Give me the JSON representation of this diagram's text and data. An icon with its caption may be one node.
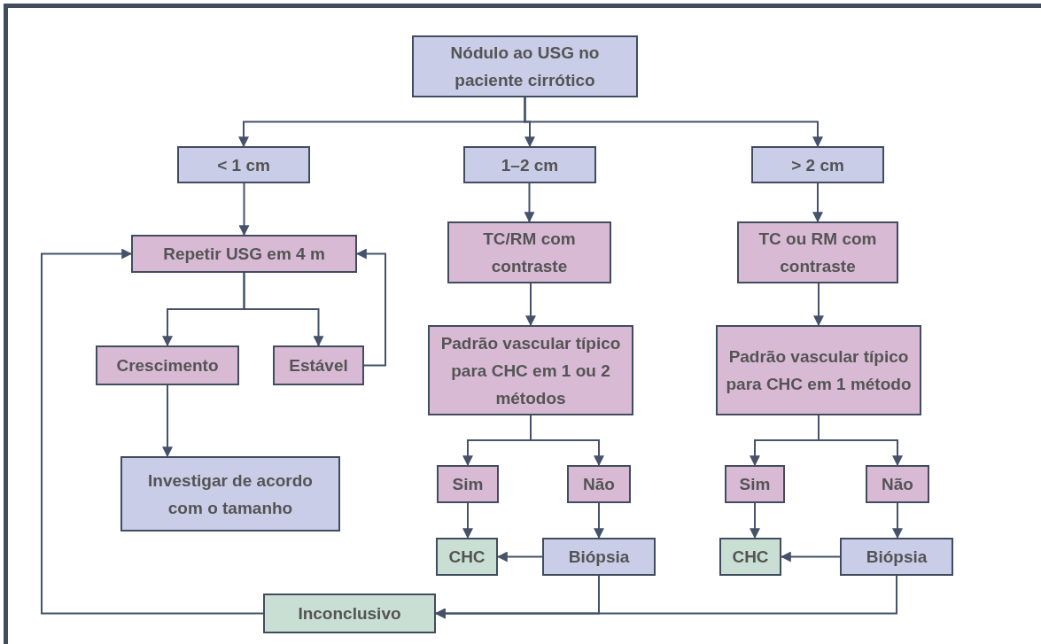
{
  "diagram": {
    "nodes": [
      {
        "text": [
          "Nódulo ao USG no paciente cirrótico"
        ]
      },
      {
        "text": [
          "< 1 cm"
        ]
      },
      {
        "text": [
          "1–2 cm"
        ]
      },
      {
        "text": [
          "> 2 cm"
        ]
      },
      {
        "text": [
          "Repetir USG em 4 m"
        ]
      },
      {
        "text": [
          "TC/RM com contraste"
        ]
      },
      {
        "text": [
          "TC ou RM com contraste"
        ]
      },
      {
        "text": [
          "Crescimento"
        ]
      },
      {
        "text": [
          "Estável"
        ]
      },
      {
        "text": [
          "Padrão vascular típico para CHC em 1 ou 2 métodos"
        ]
      },
      {
        "text": [
          "Padrão vascular típico para CHC em 1 método"
        ]
      },
      {
        "text": [
          "Investigar de acordo com o tamanho"
        ]
      },
      {
        "text": [
          "Sim"
        ]
      },
      {
        "text": [
          "Não"
        ]
      },
      {
        "text": [
          "Sim"
        ]
      },
      {
        "text": [
          "Não"
        ]
      },
      {
        "text": [
          "CHC"
        ]
      },
      {
        "text": [
          "Biópsia"
        ]
      },
      {
        "text": [
          "CHC"
        ]
      },
      {
        "text": [
          "Biópsia"
        ]
      },
      {
        "text": [
          "Inconclusivo"
        ]
      }
    ],
    "edges": [
      {
        "from": 0,
        "to": 1,
        "arrow": "to"
      },
      {
        "from": 0,
        "to": 2,
        "arrow": "to"
      },
      {
        "from": 0,
        "to": 3,
        "arrow": "to"
      },
      {
        "from": 1,
        "to": 4,
        "arrow": "to"
      },
      {
        "from": 2,
        "to": 5,
        "arrow": "to"
      },
      {
        "from": 3,
        "to": 6,
        "arrow": "to"
      },
      {
        "from": 4,
        "to": 7,
        "arrow": "to"
      },
      {
        "from": 4,
        "to": 8,
        "arrow": "to"
      },
      {
        "from": 8,
        "to": 4,
        "arrow": "to"
      },
      {
        "from": 7,
        "to": 11,
        "arrow": "to"
      },
      {
        "from": 5,
        "to": 9,
        "arrow": "to"
      },
      {
        "from": 6,
        "to": 10,
        "arrow": "to"
      },
      {
        "from": 9,
        "to": 12,
        "arrow": "to"
      },
      {
        "from": 9,
        "to": 13,
        "arrow": "to"
      },
      {
        "from": 10,
        "to": 14,
        "arrow": "to"
      },
      {
        "from": 10,
        "to": 15,
        "arrow": "to"
      },
      {
        "from": 12,
        "to": 16,
        "arrow": "to"
      },
      {
        "from": 13,
        "to": 17,
        "arrow": "to"
      },
      {
        "from": 17,
        "to": 16,
        "arrow": "to"
      },
      {
        "from": 14,
        "to": 18,
        "arrow": "to"
      },
      {
        "from": 15,
        "to": 19,
        "arrow": "to"
      },
      {
        "from": 19,
        "to": 18,
        "arrow": "to"
      },
      {
        "from": 17,
        "to": 20,
        "arrow": "to"
      },
      {
        "from": 19,
        "to": 20,
        "arrow": "to"
      },
      {
        "from": 20,
        "to": 4,
        "arrow": "to"
      }
    ]
  }
}
